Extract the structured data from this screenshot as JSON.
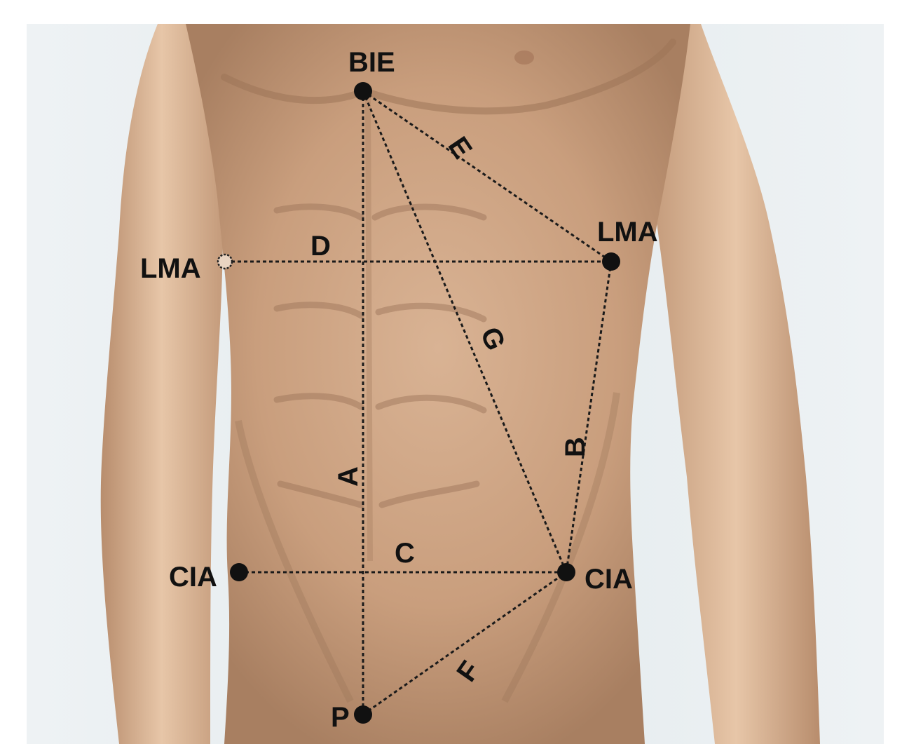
{
  "points": {
    "bie": "BIE",
    "lma_left": "LMA",
    "lma_right": "LMA",
    "cia_left": "CIA",
    "cia_right": "CIA",
    "p": "P"
  },
  "segments": {
    "a": "A",
    "b": "B",
    "c": "C",
    "d": "D",
    "e": "E",
    "f": "F",
    "g": "G"
  },
  "colors": {
    "skin_light": "#e2c2a4",
    "skin_mid": "#cfa584",
    "skin_shadow": "#a07a5c",
    "background": "#e6ecef",
    "ink": "#111111"
  }
}
